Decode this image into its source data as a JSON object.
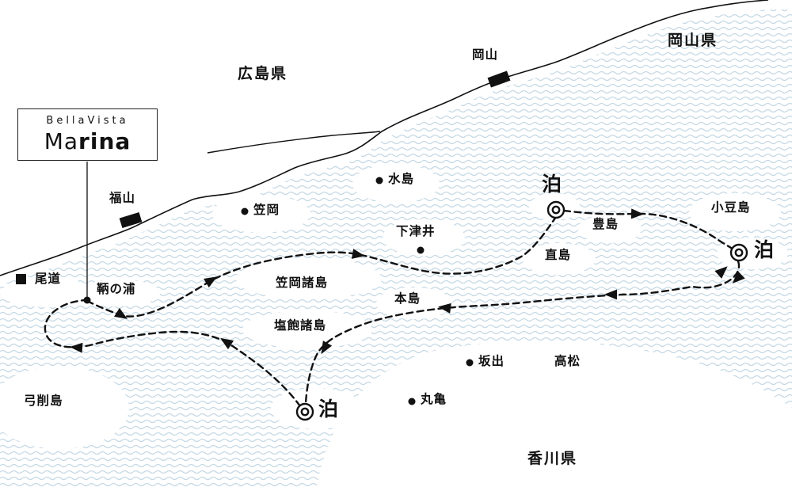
{
  "map": {
    "title": "BellaVista Marina cruise route map",
    "colors": {
      "sea_wave": "#c6d9e5",
      "ink": "#111111"
    },
    "icons": {
      "station": "black-rectangle-station-icon",
      "place_dot": "black-dot-place-icon",
      "overnight_port": "double-circle-port-icon",
      "route": "dashed-line-with-arrows"
    }
  },
  "logo": {
    "top": "BellaVista",
    "main_a": "Ma",
    "main_b": "rina"
  },
  "labels": {
    "hiroshima_pref": "広島県",
    "okayama_pref": "岡山県",
    "kagawa_pref": "香川県",
    "okayama_city": "岡山",
    "fukuyama": "福山",
    "onomichi": "尾道",
    "mizushima": "水島",
    "kasaoka": "笠岡",
    "shimotsui": "下津井",
    "tomonoura": "鞆の浦",
    "kasaoka_islands": "笠岡諸島",
    "honjima": "本島",
    "shiwaku_islands": "塩飽諸島",
    "naoshima": "直島",
    "teshima": "豊島",
    "shodoshima": "小豆島",
    "sakaide": "坂出",
    "takamatsu": "高松",
    "marugame": "丸亀",
    "yugejima": "弓削島",
    "tomari": "泊"
  }
}
